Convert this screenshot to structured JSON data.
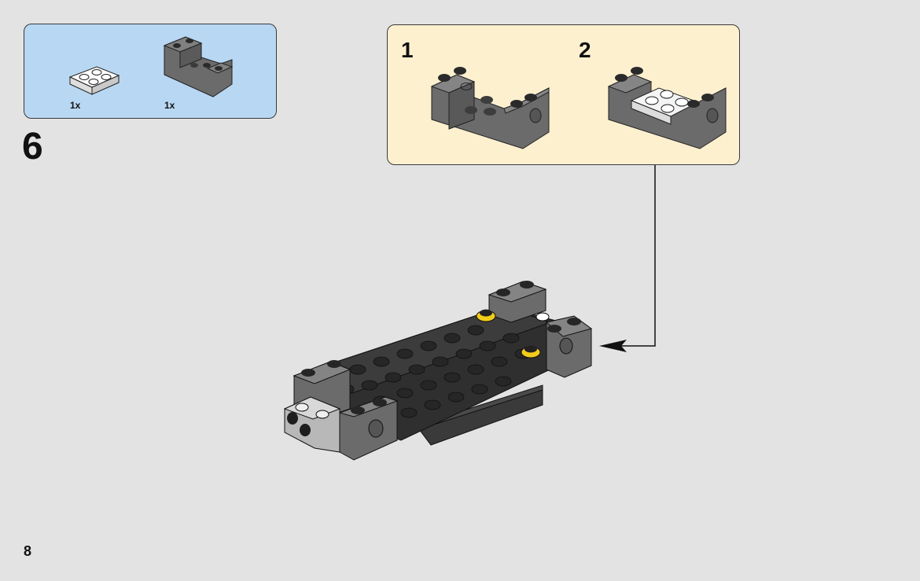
{
  "parts_list": {
    "items": [
      {
        "count": "1x",
        "part": "white-plate-2x2-icon"
      },
      {
        "count": "1x",
        "part": "dark-gray-technic-brick-u-icon"
      }
    ]
  },
  "step": {
    "number": "6"
  },
  "subassembly": {
    "steps": [
      {
        "number": "1"
      },
      {
        "number": "2"
      }
    ]
  },
  "page": {
    "number": "8"
  },
  "colors": {
    "background": "#e3e3e3",
    "parts_box": "#b8d7f2",
    "subassembly_box": "#fdf0cf",
    "dark_gray_brick": "#6b6b6b",
    "white_plate": "#f4f4f4",
    "yellow_stud": "#f1cc1a"
  }
}
